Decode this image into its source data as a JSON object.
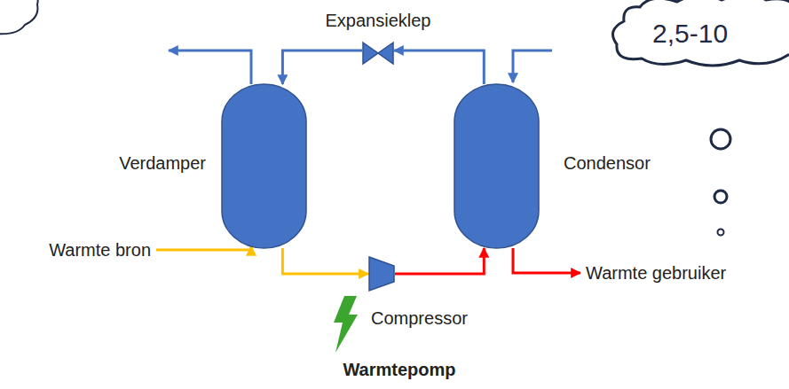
{
  "diagram": {
    "caption": "Warmtepomp",
    "nodes": [
      {
        "text": [
          "Verdamper"
        ]
      },
      {
        "text": [
          "Expansieklep"
        ]
      },
      {
        "text": [
          "Condensor"
        ]
      },
      {
        "text": [
          "Compressor"
        ]
      },
      {
        "text": [
          "2,5-10"
        ]
      }
    ],
    "edges": [
      {
        "from": 0,
        "to": 3,
        "arrow": "to"
      },
      {
        "from": 3,
        "to": 2,
        "arrow": "to"
      },
      {
        "from": 2,
        "to": 1,
        "arrow": "to"
      },
      {
        "from": 1,
        "to": 0,
        "arrow": "to"
      }
    ],
    "labels": [
      "Warmte bron",
      "Warmte gebruiker"
    ]
  }
}
